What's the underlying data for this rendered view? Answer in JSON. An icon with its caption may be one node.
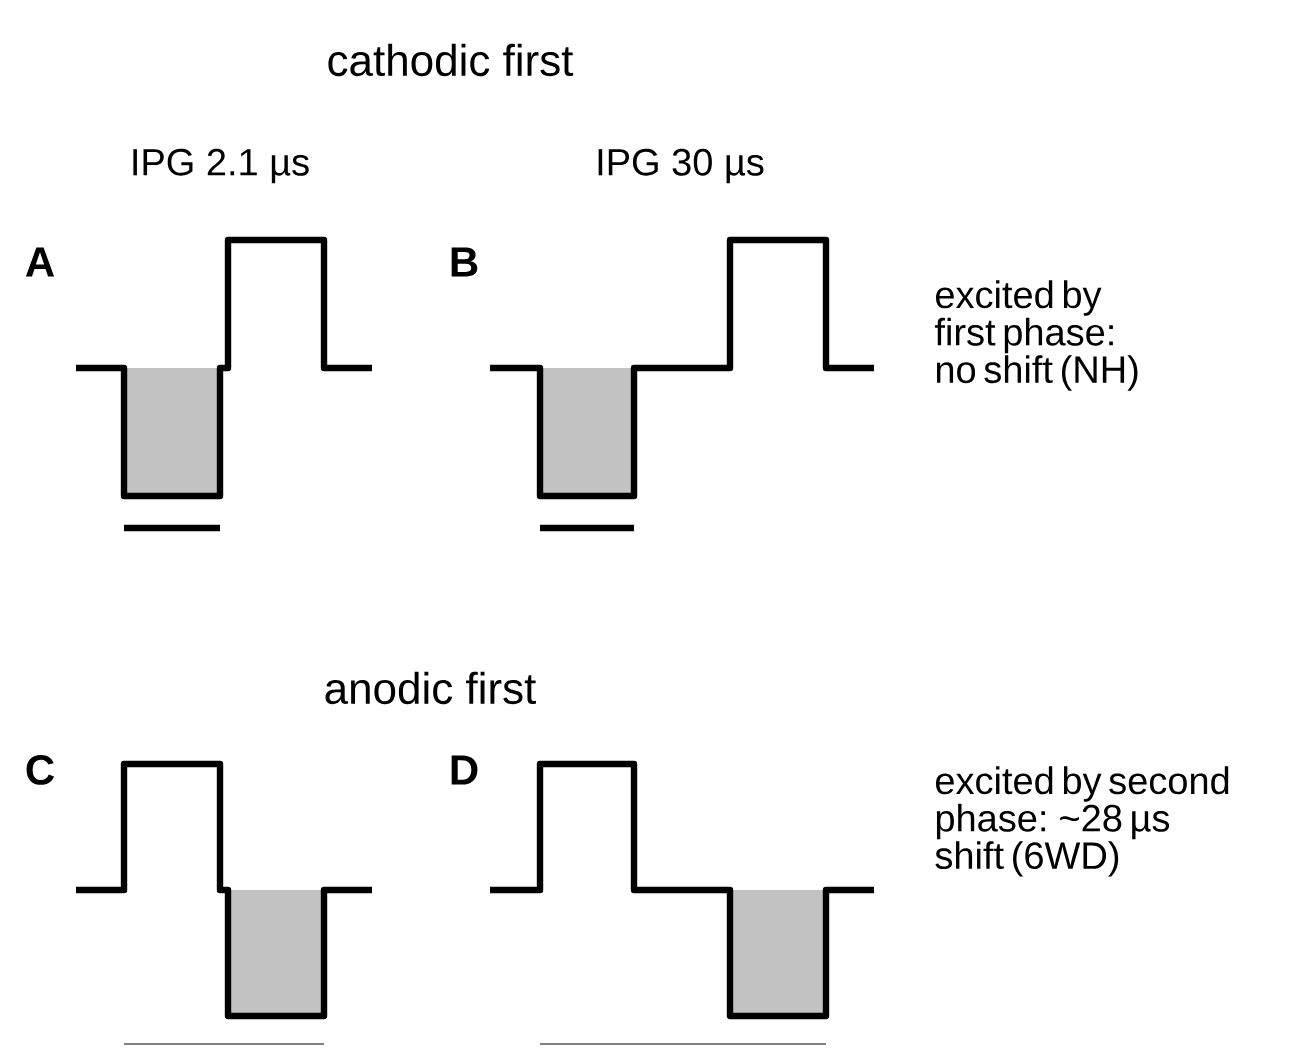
{
  "diagram": {
    "labels": [
      "cathodic first",
      "IPG 2.1 µs",
      "IPG 30 µs",
      "A",
      "B",
      "excited by first phase: no shift (NH)",
      "anodic first",
      "C",
      "D",
      "excited by second phase: ~28 µs shift (6WD)"
    ]
  }
}
